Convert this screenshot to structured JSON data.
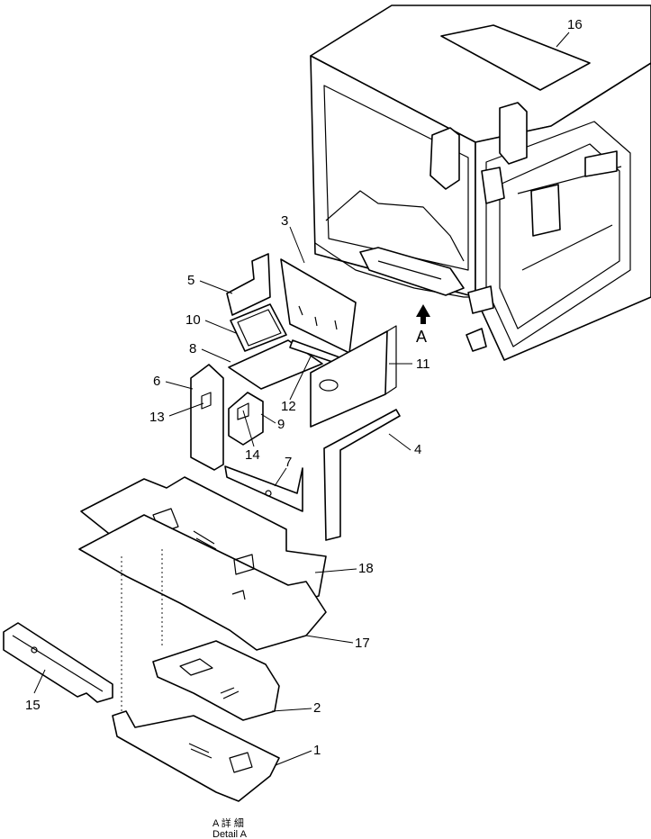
{
  "callouts": [
    {
      "id": "1",
      "text": "1"
    },
    {
      "id": "2",
      "text": "2"
    },
    {
      "id": "3",
      "text": "3"
    },
    {
      "id": "4",
      "text": "4"
    },
    {
      "id": "5",
      "text": "5"
    },
    {
      "id": "6",
      "text": "6"
    },
    {
      "id": "7",
      "text": "7"
    },
    {
      "id": "8",
      "text": "8"
    },
    {
      "id": "9",
      "text": "9"
    },
    {
      "id": "10",
      "text": "10"
    },
    {
      "id": "11",
      "text": "11"
    },
    {
      "id": "12",
      "text": "12"
    },
    {
      "id": "13",
      "text": "13"
    },
    {
      "id": "14",
      "text": "14"
    },
    {
      "id": "15",
      "text": "15"
    },
    {
      "id": "16",
      "text": "16"
    },
    {
      "id": "17",
      "text": "17"
    },
    {
      "id": "18",
      "text": "18"
    }
  ],
  "view_arrow": {
    "label": "A"
  },
  "detail_caption": {
    "line1": "A 詳 細",
    "line2": "Detail A"
  },
  "colors": {
    "line": "#000000",
    "background": "#ffffff"
  }
}
